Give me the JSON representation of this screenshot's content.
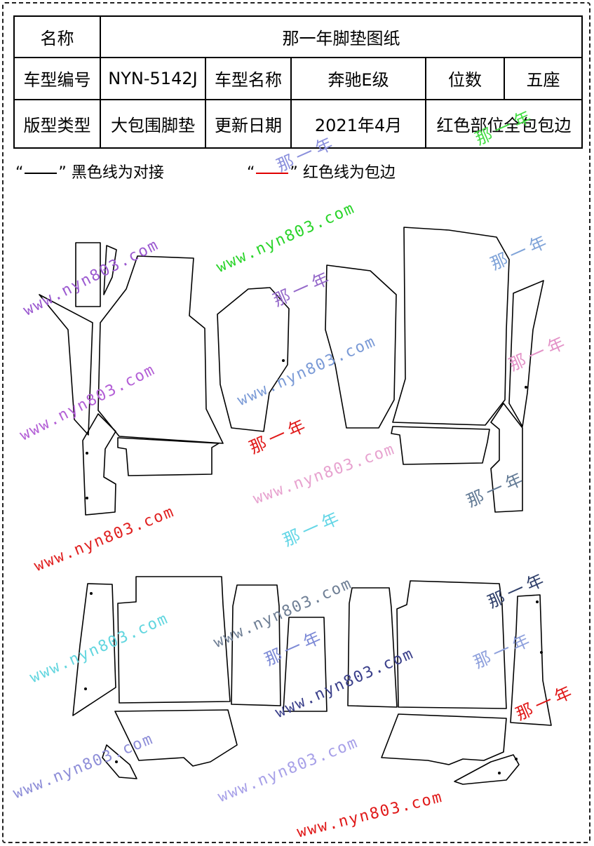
{
  "spec": {
    "name_label": "名称",
    "title": "那一年脚垫图纸",
    "model_code_label": "车型编号",
    "model_code": "NYN-5142J",
    "model_name_label": "车型名称",
    "model_name": "奔驰E级",
    "seats_label": "位数",
    "seats": "五座",
    "pattern_type_label": "版型类型",
    "pattern_type": "大包围脚垫",
    "update_date_label": "更新日期",
    "update_date": "2021年4月",
    "edge_note": "红色部位全包包边"
  },
  "legend": {
    "open_quote": "“",
    "close_quote": "”",
    "black_text": "黑色线为对接",
    "red_text": "红色线为包边"
  },
  "watermarks": {
    "url": "www.nyn803.com",
    "brand": "那一年"
  },
  "colors": {
    "black_line": "#000000",
    "red_line": "#e00000"
  }
}
